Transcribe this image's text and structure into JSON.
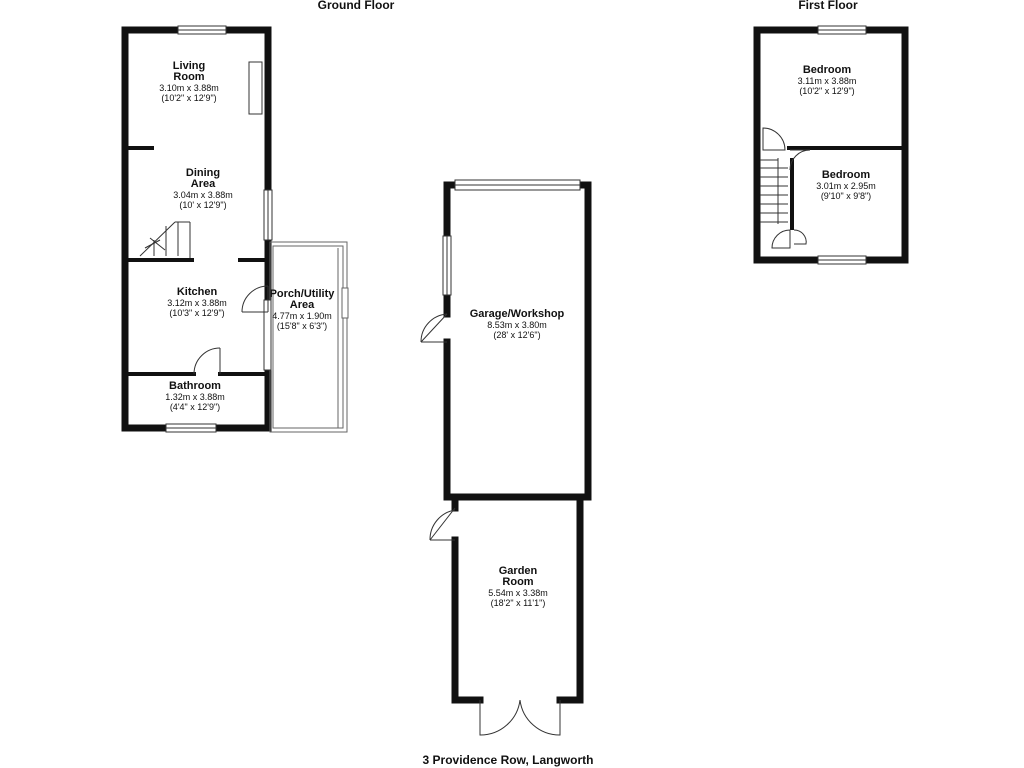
{
  "headings": {
    "ground_floor": "Ground Floor",
    "first_floor": "First Floor",
    "address": "3 Providence Row, Langworth"
  },
  "colors": {
    "wall": "#111111",
    "background": "#ffffff",
    "window": "#ffffff",
    "thin_line": "#555555"
  },
  "rooms": {
    "living_room": {
      "name_1": "Living",
      "name_2": "Room",
      "metric": "3.10m x 3.88m",
      "imperial": "(10'2\" x 12'9\")"
    },
    "dining_area": {
      "name_1": "Dining",
      "name_2": "Area",
      "metric": "3.04m x 3.88m",
      "imperial": "(10' x 12'9\")"
    },
    "kitchen": {
      "name_1": "Kitchen",
      "metric": "3.12m x 3.88m",
      "imperial": "(10'3\" x 12'9\")"
    },
    "bathroom": {
      "name_1": "Bathroom",
      "metric": "1.32m x 3.88m",
      "imperial": "(4'4\" x 12'9\")"
    },
    "porch_utility": {
      "name_1": "Porch/Utility",
      "name_2": "Area",
      "metric": "4.77m x 1.90m",
      "imperial": "(15'8\" x 6'3\")"
    },
    "garage": {
      "name_1": "Garage/Workshop",
      "metric": "8.53m x 3.80m",
      "imperial": "(28' x 12'6\")"
    },
    "garden_room": {
      "name_1": "Garden",
      "name_2": "Room",
      "metric": "5.54m x 3.38m",
      "imperial": "(18'2\" x 11'1\")"
    },
    "bedroom_1": {
      "name_1": "Bedroom",
      "metric": "3.11m x 3.88m",
      "imperial": "(10'2\" x 12'9\")"
    },
    "bedroom_2": {
      "name_1": "Bedroom",
      "metric": "3.01m x 2.95m",
      "imperial": "(9'10\" x 9'8\")"
    }
  }
}
